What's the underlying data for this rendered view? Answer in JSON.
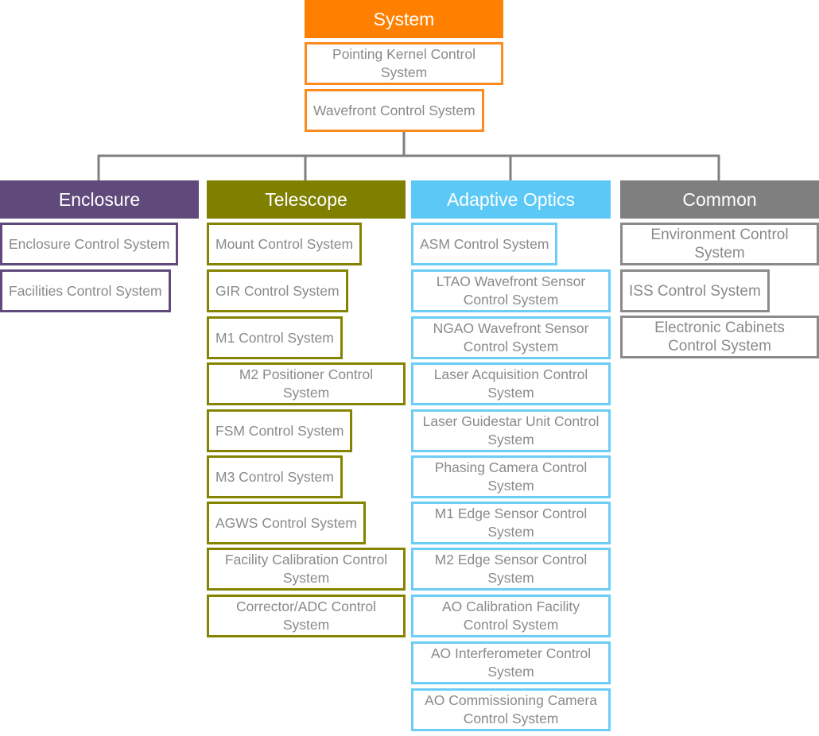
{
  "root": {
    "title": "System",
    "items": [
      "Pointing Kernel Control System",
      "Wavefront Control System"
    ]
  },
  "columns": [
    {
      "title": "Enclosure",
      "items": [
        "Enclosure Control System",
        "Facilities Control System"
      ]
    },
    {
      "title": "Telescope",
      "items": [
        "Mount Control System",
        "GIR Control System",
        "M1 Control System",
        "M2 Positioner Control System",
        "FSM Control System",
        "M3 Control System",
        "AGWS Control System",
        "Facility Calibration Control System",
        "Corrector/ADC Control System"
      ]
    },
    {
      "title": "Adaptive Optics",
      "items": [
        "ASM Control System",
        "LTAO Wavefront Sensor Control System",
        "NGAO Wavefront Sensor Control System",
        "Laser Acquisition Control System",
        "Laser Guidestar Unit Control System",
        "Phasing Camera Control System",
        "M1 Edge Sensor Control System",
        "M2 Edge Sensor Control System",
        "AO Calibration Facility Control System",
        "AO Interferometer Control System",
        "AO Commissioning Camera Control System"
      ]
    },
    {
      "title": "Common",
      "items": [
        "Environment Control System",
        "ISS Control System",
        "Electronic Cabinets Control System"
      ]
    }
  ],
  "colors": {
    "root": "#ff8000",
    "enclosure": "#604a7b",
    "telescope": "#7f7f00",
    "adaptive_optics": "#5bc8f5",
    "common": "#7f7f7f",
    "connector": "#7f7f7f"
  }
}
